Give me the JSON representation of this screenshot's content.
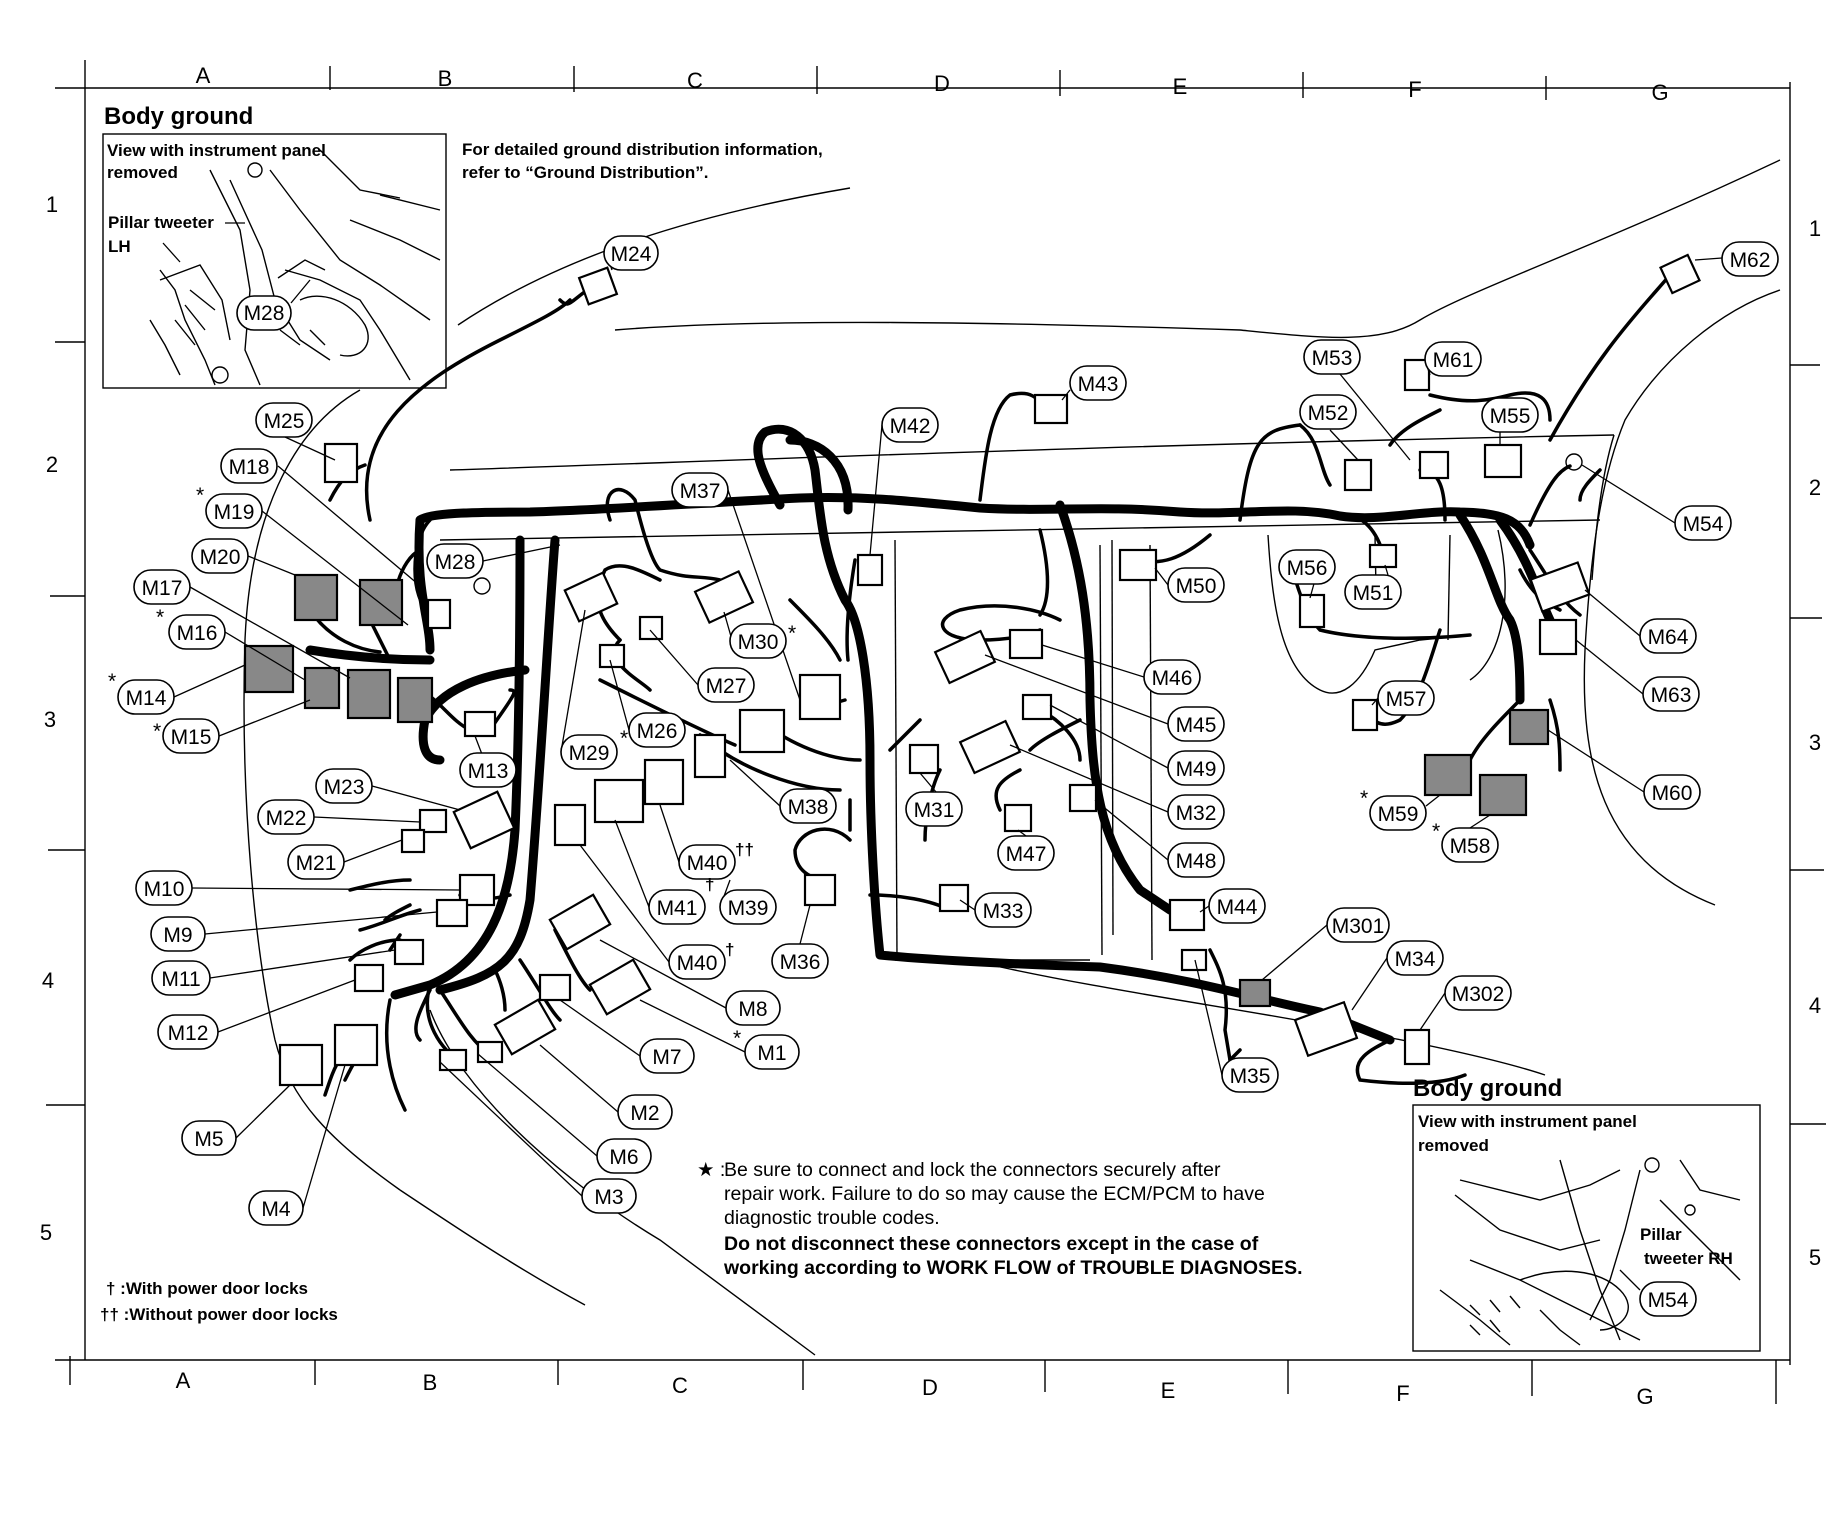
{
  "grid": {
    "columns": [
      "A",
      "B",
      "C",
      "D",
      "E",
      "F",
      "G"
    ],
    "rows": [
      "1",
      "2",
      "3",
      "4",
      "5"
    ]
  },
  "inset_left": {
    "title": "Body ground",
    "caption": "View with instrument panel removed",
    "label": "Pillar tweeter LH",
    "connector": "M28"
  },
  "inset_right": {
    "title": "Body ground",
    "caption": "View with instrument panel removed",
    "label": "Pillar tweeter RH",
    "connector": "M54"
  },
  "ground_ref": "For detailed ground distribution information, refer to  “Ground Distribution”.",
  "notes": {
    "star_symbol": "★",
    "star_text_1": "Be sure to connect and lock the connectors securely after",
    "star_text_2": "repair work. Failure to do so may cause the ECM/PCM to have",
    "star_text_3": "diagnostic trouble codes.",
    "star_bold_1": "Do not disconnect these connectors except in the case of",
    "star_bold_2": "working according to WORK FLOW of TROUBLE DIAGNOSES.",
    "dagger": "† :With power door locks",
    "double_dagger": "†† :Without power door locks"
  },
  "connectors": [
    "M1",
    "M2",
    "M3",
    "M4",
    "M5",
    "M6",
    "M7",
    "M8",
    "M9",
    "M10",
    "M11",
    "M12",
    "M13",
    "M14",
    "M15",
    "M16",
    "M17",
    "M18",
    "M19",
    "M20",
    "M21",
    "M22",
    "M23",
    "M24",
    "M25",
    "M26",
    "M27",
    "M28",
    "M29",
    "M30",
    "M31",
    "M32",
    "M33",
    "M34",
    "M35",
    "M36",
    "M37",
    "M38",
    "M39",
    "M40",
    "M40b",
    "M41",
    "M42",
    "M43",
    "M44",
    "M45",
    "M46",
    "M47",
    "M48",
    "M49",
    "M50",
    "M51",
    "M52",
    "M53",
    "M54",
    "M55",
    "M56",
    "M57",
    "M58",
    "M59",
    "M60",
    "M61",
    "M62",
    "M63",
    "M64",
    "M301",
    "M302"
  ],
  "labels": {
    "M1": "M1",
    "M2": "M2",
    "M3": "M3",
    "M4": "M4",
    "M5": "M5",
    "M6": "M6",
    "M7": "M7",
    "M8": "M8",
    "M9": "M9",
    "M10": "M10",
    "M11": "M11",
    "M12": "M12",
    "M13": "M13",
    "M14": "M14",
    "M15": "M15",
    "M16": "M16",
    "M17": "M17",
    "M18": "M18",
    "M19": "M19",
    "M20": "M20",
    "M21": "M21",
    "M22": "M22",
    "M23": "M23",
    "M24": "M24",
    "M25": "M25",
    "M26": "M26",
    "M27": "M27",
    "M28": "M28",
    "M29": "M29",
    "M30": "M30",
    "M31": "M31",
    "M32": "M32",
    "M33": "M33",
    "M34": "M34",
    "M35": "M35",
    "M36": "M36",
    "M37": "M37",
    "M38": "M38",
    "M39": "M39",
    "M40": "M40",
    "M40b": "M40",
    "M41": "M41",
    "M42": "M42",
    "M43": "M43",
    "M44": "M44",
    "M45": "M45",
    "M46": "M46",
    "M47": "M47",
    "M48": "M48",
    "M49": "M49",
    "M50": "M50",
    "M51": "M51",
    "M52": "M52",
    "M53": "M53",
    "M54": "M54",
    "M55": "M55",
    "M56": "M56",
    "M57": "M57",
    "M58": "M58",
    "M59": "M59",
    "M60": "M60",
    "M61": "M61",
    "M62": "M62",
    "M63": "M63",
    "M64": "M64",
    "M301": "M301",
    "M302": "M302"
  },
  "marks": {
    "star": "*",
    "dagger": "†",
    "double_dagger": "††"
  }
}
